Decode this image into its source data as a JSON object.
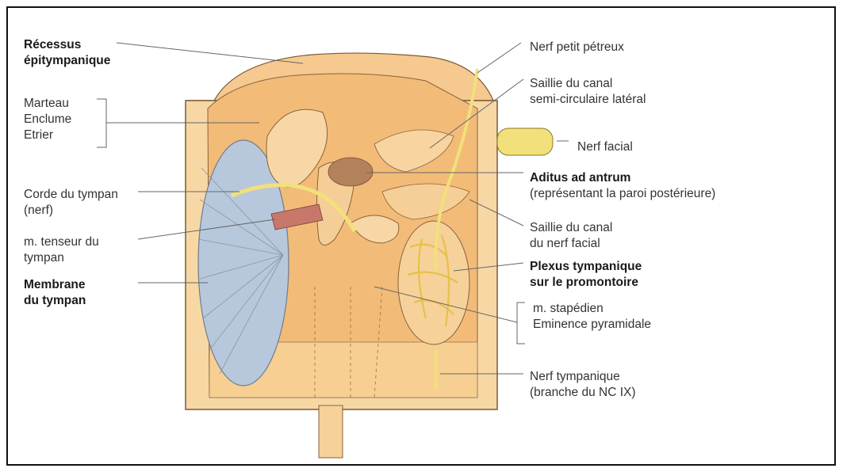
{
  "labels": {
    "recessus": [
      "Récessus",
      "épitympanique"
    ],
    "osselets": [
      "Marteau",
      "Enclume",
      "Etrier"
    ],
    "corde": [
      "Corde du tympan",
      "(nerf)"
    ],
    "tenseur": [
      "m. tenseur du",
      "tympan"
    ],
    "membrane": [
      "Membrane",
      "du tympan"
    ],
    "petit_petreux": "Nerf petit pétreux",
    "canal_semi": [
      "Saillie du canal",
      "semi-circulaire latéral"
    ],
    "facial": "Nerf facial",
    "aditus": [
      "Aditus ad antrum",
      "(représentant la paroi postérieure)"
    ],
    "canal_facial": [
      "Saillie du canal",
      "du nerf facial"
    ],
    "plexus": [
      "Plexus tympanique",
      "sur le promontoire"
    ],
    "stapedien": [
      "m. stapédien",
      "Eminence pyramidale"
    ],
    "tympanique": [
      "Nerf tympanique",
      "(branche du NC IX)"
    ]
  },
  "colors": {
    "frame_outer": "#f7d39a",
    "wall": "#f3c587",
    "nerve": "#f2e07a",
    "membrane": "#b8c8dc",
    "muscle": "#c8776b",
    "aditus": "#b4825a"
  }
}
